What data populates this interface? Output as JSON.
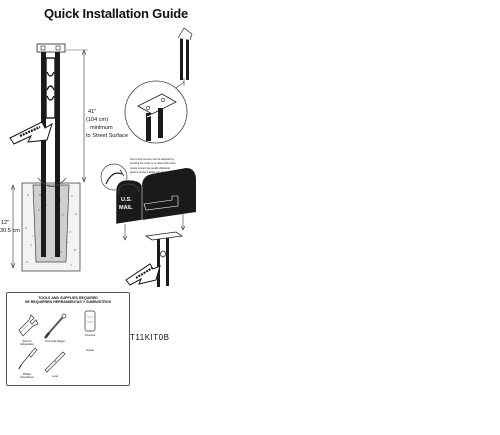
{
  "title": "Quick Installation Guide",
  "dimensions": {
    "height_in": "41\"",
    "height_cm": "(104 cm)",
    "minimum": "minimum",
    "to_street": "to Street Surface",
    "depth_in": "12\"",
    "depth_cm": "30.5 cm"
  },
  "mailbox": {
    "letter_u": "U.S.",
    "letter_mail": "MAIL",
    "note_line1": "Door Latch tension can be adjusted by",
    "note_line2": "bending the hook up or down with pliers",
    "note_line3": "Ajuste tension de pestillo doblando",
    "note_line4": "gancho arriba o abajo con alicates"
  },
  "tools": {
    "title_line1": "TOOLS AND SUPPLIES REQUIRED",
    "title_line2": "SE REQUIEREN HERRAMIENTAS Y SUMINISTROS",
    "items": [
      {
        "name": "tool-wrench",
        "caption": "Wrench (Adjustable)"
      },
      {
        "name": "tool-drill",
        "caption": "Post Hole Digger"
      },
      {
        "name": "tool-concrete",
        "caption": "Concrete"
      },
      {
        "name": "tool-screwdriver",
        "caption": "Phillips Screwdriver"
      },
      {
        "name": "tool-level",
        "caption": "Level"
      },
      {
        "name": "tool-gravel",
        "caption": "Gravel"
      }
    ]
  },
  "model_number": "T11KIT0B"
}
